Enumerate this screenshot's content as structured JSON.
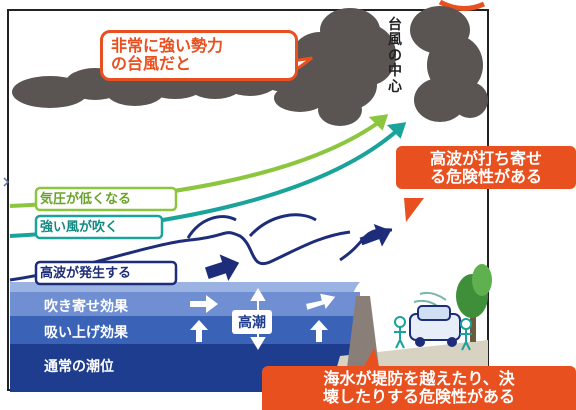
{
  "colors": {
    "sky": "#ffffff",
    "cloud": "#5a5452",
    "green_arrow": "#8cc63f",
    "teal_arrow": "#1aa39a",
    "navy_arrow": "#1d2d7a",
    "surge_top": "#6f8fd2",
    "surge_mid": "#3a63b8",
    "tide": "#1f3d8f",
    "ground": "#d8d2c3",
    "wall": "#8a7f78",
    "accent": "#e9501f"
  },
  "callouts": {
    "strong_typhoon": "非常に強い勢力\nの台風だと",
    "high_waves": "高波が打ち寄せ\nる危険性がある",
    "overtopping": "海水が堤防を越えたり、決\n壊したりする危険性がある"
  },
  "typhoon_center": "台風の中心",
  "factors": {
    "low_pressure": "気圧が低くなる",
    "strong_wind": "強い風が吹く",
    "high_waves": "高波が発生する"
  },
  "layers": {
    "wind_setup": "吹き寄せ効果",
    "suction": "吸い上げ効果",
    "normal_tide": "通常の潮位",
    "storm_surge": "高潮"
  },
  "icons": [
    "cloud-icon",
    "car-icon",
    "tree-icon",
    "person-icon",
    "arrow-icon"
  ]
}
